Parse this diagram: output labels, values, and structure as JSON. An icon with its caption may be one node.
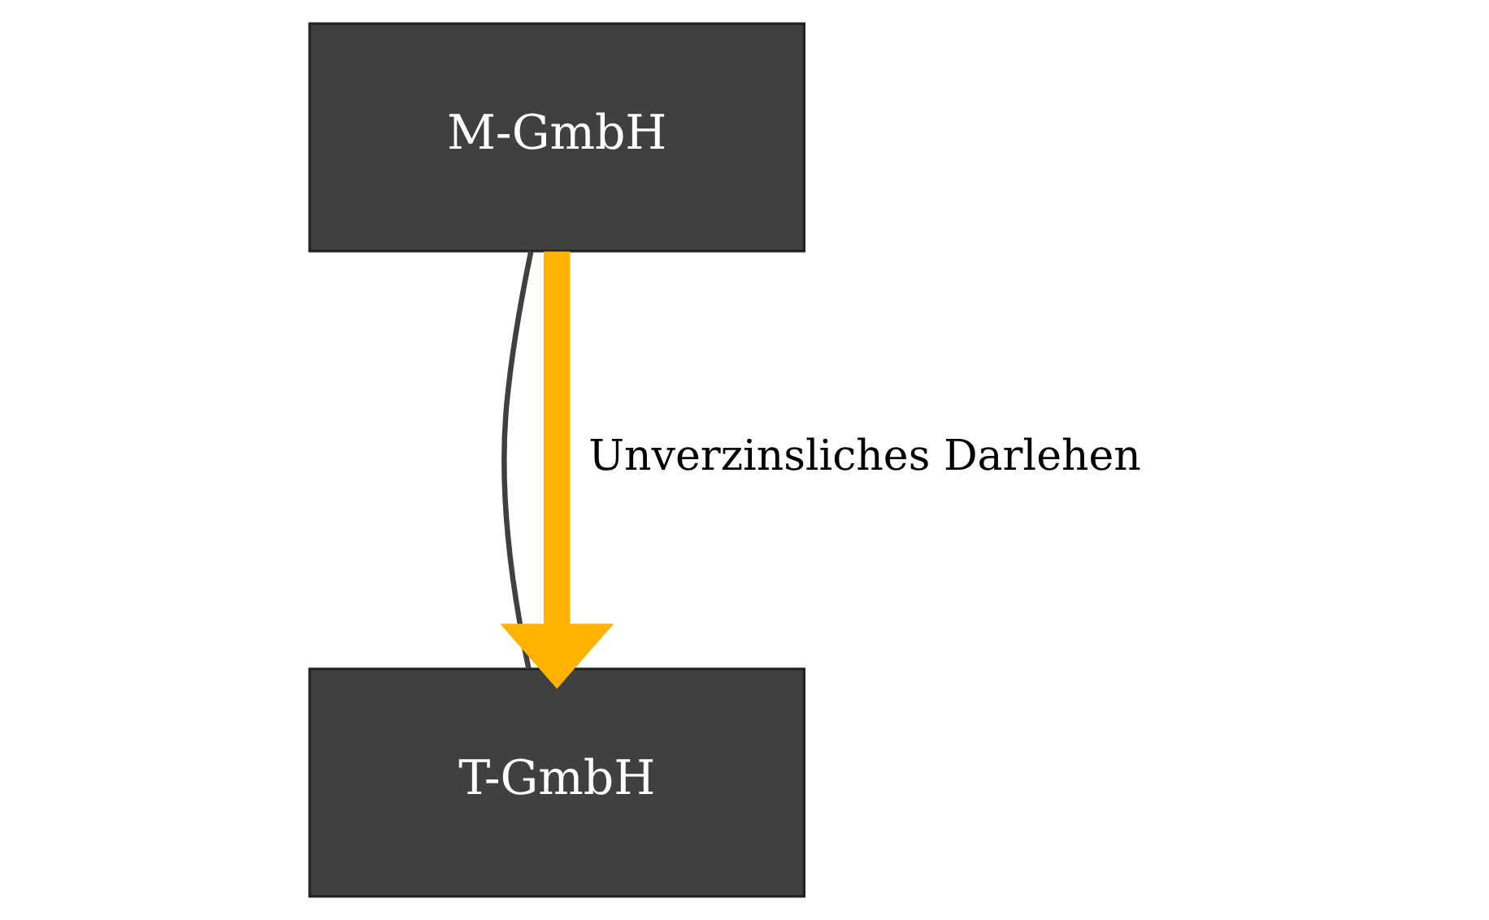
{
  "diagram": {
    "nodes": [
      {
        "text": [
          "M-GmbH"
        ]
      },
      {
        "text": [
          "T-GmbH"
        ]
      }
    ],
    "edges": [
      {
        "from": 0,
        "to": 1,
        "arrow": "none"
      },
      {
        "from": 0,
        "to": 1,
        "arrow": "to",
        "label": "Unverzinsliches Darlehen",
        "style": "thick",
        "color": "#ffb300"
      }
    ]
  }
}
